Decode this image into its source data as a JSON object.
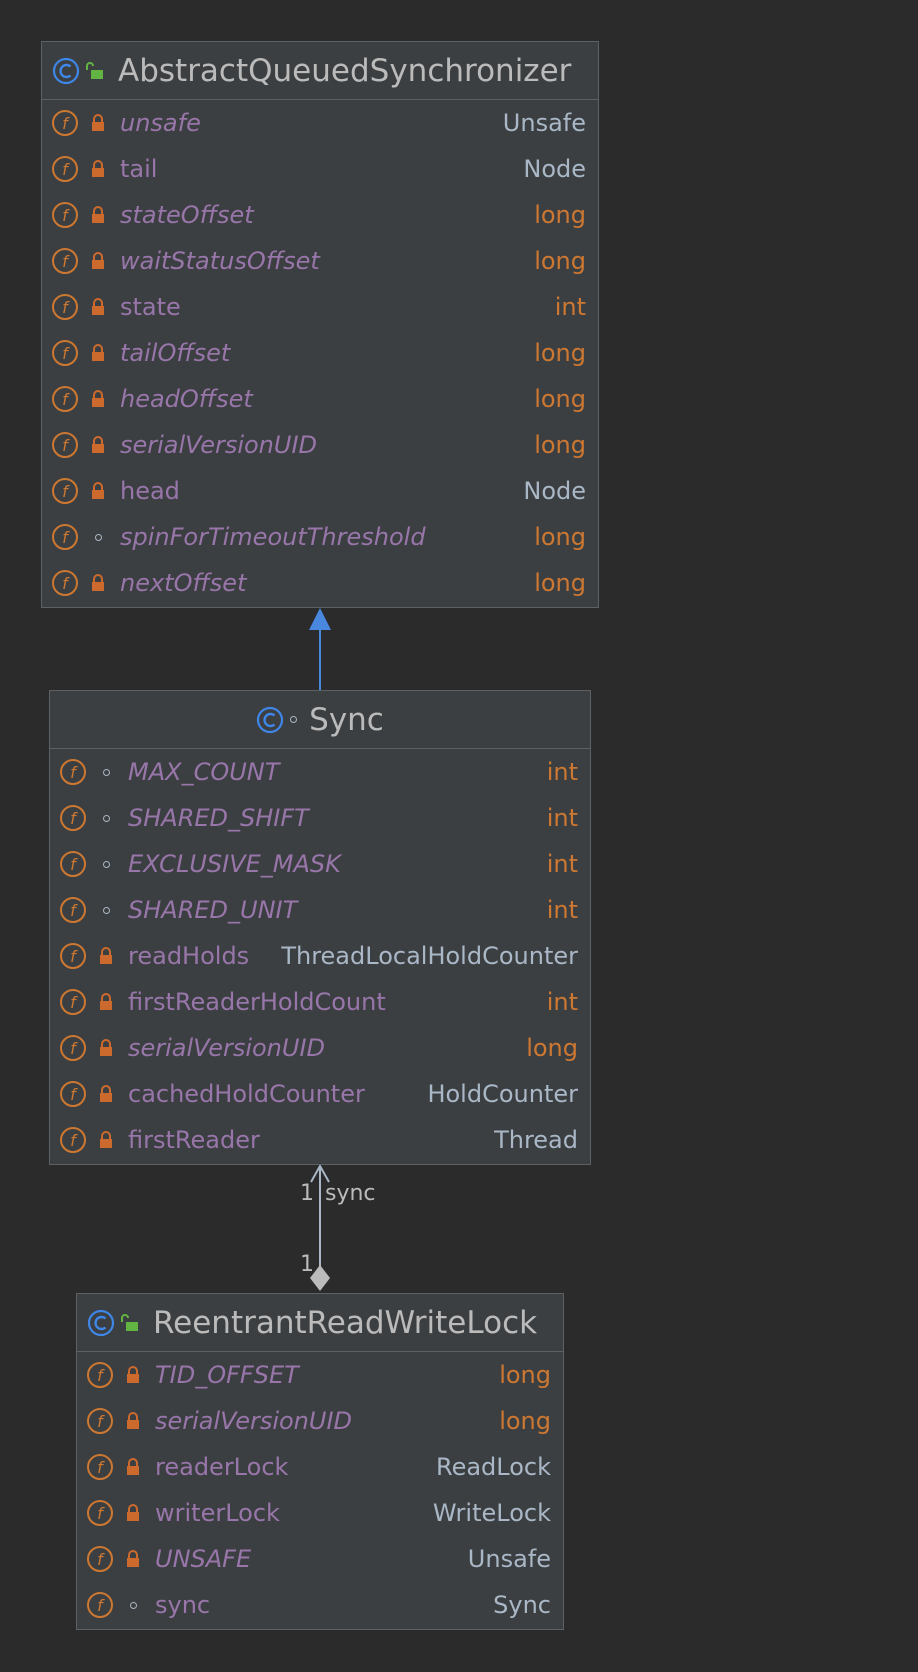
{
  "classes": [
    {
      "name": "AbstractQueuedSynchronizer",
      "class_visibility": "public",
      "fields": [
        {
          "name": "unsafe",
          "type": "Unsafe",
          "visibility": "private",
          "static": true,
          "primitive": false
        },
        {
          "name": "tail",
          "type": "Node",
          "visibility": "private",
          "static": false,
          "primitive": false
        },
        {
          "name": "stateOffset",
          "type": "long",
          "visibility": "private",
          "static": true,
          "primitive": true
        },
        {
          "name": "waitStatusOffset",
          "type": "long",
          "visibility": "private",
          "static": true,
          "primitive": true
        },
        {
          "name": "state",
          "type": "int",
          "visibility": "private",
          "static": false,
          "primitive": true
        },
        {
          "name": "tailOffset",
          "type": "long",
          "visibility": "private",
          "static": true,
          "primitive": true
        },
        {
          "name": "headOffset",
          "type": "long",
          "visibility": "private",
          "static": true,
          "primitive": true
        },
        {
          "name": "serialVersionUID",
          "type": "long",
          "visibility": "private",
          "static": true,
          "primitive": true
        },
        {
          "name": "head",
          "type": "Node",
          "visibility": "private",
          "static": false,
          "primitive": false
        },
        {
          "name": "spinForTimeoutThreshold",
          "type": "long",
          "visibility": "package",
          "static": true,
          "primitive": true
        },
        {
          "name": "nextOffset",
          "type": "long",
          "visibility": "private",
          "static": true,
          "primitive": true
        }
      ]
    },
    {
      "name": "Sync",
      "class_visibility": "package",
      "fields": [
        {
          "name": "MAX_COUNT",
          "type": "int",
          "visibility": "package",
          "static": true,
          "primitive": true
        },
        {
          "name": "SHARED_SHIFT",
          "type": "int",
          "visibility": "package",
          "static": true,
          "primitive": true
        },
        {
          "name": "EXCLUSIVE_MASK",
          "type": "int",
          "visibility": "package",
          "static": true,
          "primitive": true
        },
        {
          "name": "SHARED_UNIT",
          "type": "int",
          "visibility": "package",
          "static": true,
          "primitive": true
        },
        {
          "name": "readHolds",
          "type": "ThreadLocalHoldCounter",
          "visibility": "private",
          "static": false,
          "primitive": false
        },
        {
          "name": "firstReaderHoldCount",
          "type": "int",
          "visibility": "private",
          "static": false,
          "primitive": true
        },
        {
          "name": "serialVersionUID",
          "type": "long",
          "visibility": "private",
          "static": true,
          "primitive": true
        },
        {
          "name": "cachedHoldCounter",
          "type": "HoldCounter",
          "visibility": "private",
          "static": false,
          "primitive": false
        },
        {
          "name": "firstReader",
          "type": "Thread",
          "visibility": "private",
          "static": false,
          "primitive": false
        }
      ]
    },
    {
      "name": "ReentrantReadWriteLock",
      "class_visibility": "public",
      "fields": [
        {
          "name": "TID_OFFSET",
          "type": "long",
          "visibility": "private",
          "static": true,
          "primitive": true
        },
        {
          "name": "serialVersionUID",
          "type": "long",
          "visibility": "private",
          "static": true,
          "primitive": true
        },
        {
          "name": "readerLock",
          "type": "ReadLock",
          "visibility": "private",
          "static": false,
          "primitive": false
        },
        {
          "name": "writerLock",
          "type": "WriteLock",
          "visibility": "private",
          "static": false,
          "primitive": false
        },
        {
          "name": "UNSAFE",
          "type": "Unsafe",
          "visibility": "private",
          "static": true,
          "primitive": false
        },
        {
          "name": "sync",
          "type": "Sync",
          "visibility": "package",
          "static": false,
          "primitive": false
        }
      ]
    }
  ],
  "relations": {
    "association": {
      "role": "sync",
      "target_multiplicity": "1",
      "source_multiplicity": "1"
    }
  },
  "colors": {
    "background": "#2b2b2b",
    "box": "#3c3f41",
    "border": "#5e6163",
    "field_name": "#9876aa",
    "primitive_type": "#cc7832",
    "type": "#a9b7c6",
    "class_icon": "#3e86e8",
    "public_icon": "#62b543",
    "lock": "#cc6a2e",
    "inheritance_arrow": "#4a88e0"
  }
}
